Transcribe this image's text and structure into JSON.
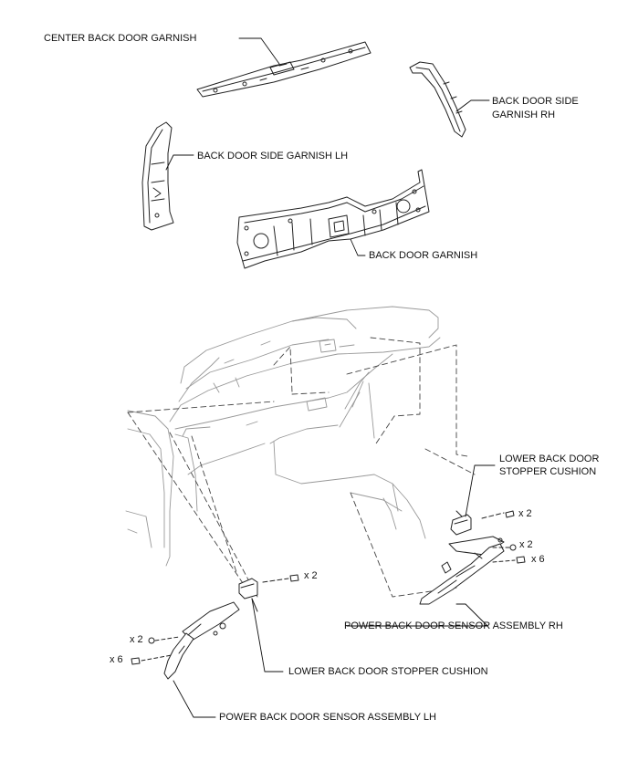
{
  "labels": {
    "center_back_door_garnish": "CENTER BACK DOOR GARNISH",
    "back_door_side_garnish_rh_line1": "BACK DOOR SIDE",
    "back_door_side_garnish_rh_line2": "GARNISH RH",
    "back_door_side_garnish_lh": "BACK DOOR SIDE GARNISH LH",
    "back_door_garnish": "BACK DOOR GARNISH",
    "lower_stopper_rh_line1": "LOWER BACK DOOR",
    "lower_stopper_rh_line2": "STOPPER CUSHION",
    "sensor_rh": "POWER BACK DOOR SENSOR ASSEMBLY RH",
    "lower_stopper_lh": "LOWER BACK DOOR STOPPER CUSHION",
    "sensor_lh": "POWER BACK DOOR SENSOR ASSEMBLY LH"
  },
  "quantities": {
    "rh_stopper_bolts": "x 2",
    "rh_sensor_nuts": "x 2",
    "rh_sensor_screws": "x 6",
    "lh_stopper_bolts": "x 2",
    "lh_sensor_nuts": "x 2",
    "lh_sensor_screws": "x 6"
  }
}
